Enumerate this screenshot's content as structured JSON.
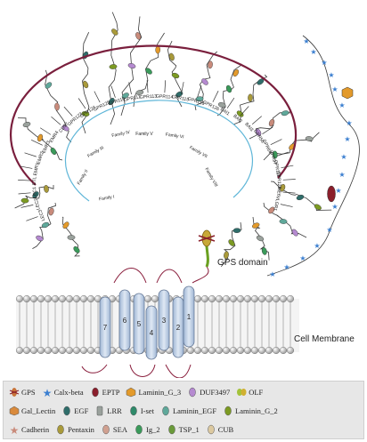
{
  "diagram": {
    "families": [
      "Family I",
      "Family II",
      "Family III",
      "Family IV",
      "Family V",
      "Family VI",
      "Family VII",
      "Family VIII"
    ],
    "receptors": [
      "LEC3",
      "LEC2",
      "LEC1",
      "ETL",
      "EMR1",
      "EMR2",
      "EMR3",
      "EMR4",
      "CD97",
      "GPR123",
      "GPR124",
      "GPR125",
      "GPR110",
      "GPR111",
      "GPR113",
      "GPR114",
      "GPR115",
      "GPR116",
      "GPR126",
      "BAI1",
      "BAI2",
      "BAI3",
      "GPR56",
      "GPR64",
      "GPR97",
      "GPR112",
      "GPR128",
      "HE6",
      "VLGR1"
    ],
    "tm_helices": [
      "7",
      "6",
      "5",
      "4",
      "3",
      "2",
      "1"
    ],
    "gps_domain_label": "GPS domain",
    "membrane_label": "Cell Membrane"
  },
  "legend": {
    "rows": [
      [
        {
          "icon": "gps-icon",
          "label": "GPS",
          "color": "#c8743a"
        },
        {
          "icon": "calx-beta-icon",
          "label": "Calx-beta",
          "color": "#3b7fd0"
        },
        {
          "icon": "eptp-icon",
          "label": "EPTP",
          "color": "#8a1f2c"
        },
        {
          "icon": "laminin-g3-icon",
          "label": "Laminin_G_3",
          "color": "#e39a2b"
        },
        {
          "icon": "duf3497-icon",
          "label": "DUF3497",
          "color": "#b58ad0"
        },
        {
          "icon": "olf-icon",
          "label": "OLF",
          "color": "#a3c23a"
        }
      ],
      [
        {
          "icon": "gal-lectin-icon",
          "label": "Gal_Lectin",
          "color": "#d98a3c"
        },
        {
          "icon": "egf-icon",
          "label": "EGF",
          "color": "#2f6d6a"
        },
        {
          "icon": "lrr-icon",
          "label": "LRR",
          "color": "#9aa19c"
        },
        {
          "icon": "i-set-icon",
          "label": "I-set",
          "color": "#2f8a6a"
        },
        {
          "icon": "laminin-egf-icon",
          "label": "Laminin_EGF",
          "color": "#5fa89a"
        },
        {
          "icon": "laminin-g2-icon",
          "label": "Laminin_G_2",
          "color": "#7c9a22"
        }
      ],
      [
        {
          "icon": "cadherin-icon",
          "label": "Cadherin",
          "color": "#c98b7b"
        },
        {
          "icon": "pentaxin-icon",
          "label": "Pentaxin",
          "color": "#a99a3a"
        },
        {
          "icon": "sea-icon",
          "label": "SEA",
          "color": "#d0a090"
        },
        {
          "icon": "ig2-icon",
          "label": "Ig_2",
          "color": "#3a9a5a"
        },
        {
          "icon": "tsp1-icon",
          "label": "TSP_1",
          "color": "#6a9a3a"
        },
        {
          "icon": "cub-icon",
          "label": "CUB",
          "color": "#dcc9a0"
        }
      ]
    ]
  }
}
